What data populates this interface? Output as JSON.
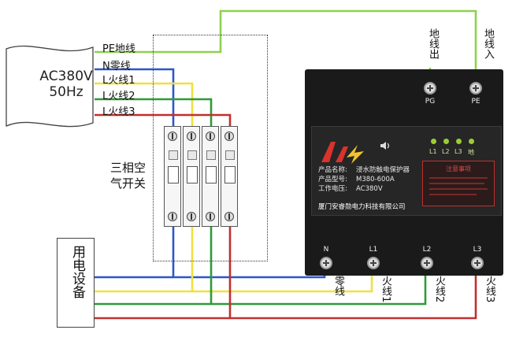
{
  "source": {
    "line1": "AC380V",
    "line2": "50Hz"
  },
  "source_lines": {
    "pe": "PE地线",
    "n": "N零线",
    "l1": "L火线1",
    "l2": "L火线2",
    "l3": "L火线3"
  },
  "breaker_label": {
    "line1": "三相空",
    "line2": "气开关"
  },
  "equipment_label": "用电设备",
  "top_labels": {
    "ground_out": "地线出",
    "ground_in": "地线入"
  },
  "protector": {
    "top_terminals": [
      "PG",
      "PE"
    ],
    "indicators": [
      "L1",
      "L2",
      "L3",
      "地"
    ],
    "product_name_key": "产品名称:",
    "product_name_val": "浸水防触电保护器",
    "model_key": "产品型号:",
    "model_val": "M380-600A",
    "voltage_key": "工作电压:",
    "voltage_val": "AC380V",
    "company": "厦门安睿勋电力科技有限公司",
    "notice_title": "注意事项",
    "bottom_terminals": [
      "N",
      "L1",
      "L2",
      "L3"
    ]
  },
  "bottom_labels": {
    "n": "零线",
    "l1": "火线1",
    "l2": "火线2",
    "l3": "火线3"
  },
  "colors": {
    "pe": "#8fd14f",
    "n": "#2c57c8",
    "l1": "#f0e040",
    "l2": "#2e9b3a",
    "l3": "#c0302f",
    "protector_body": "#1a1a1a"
  }
}
